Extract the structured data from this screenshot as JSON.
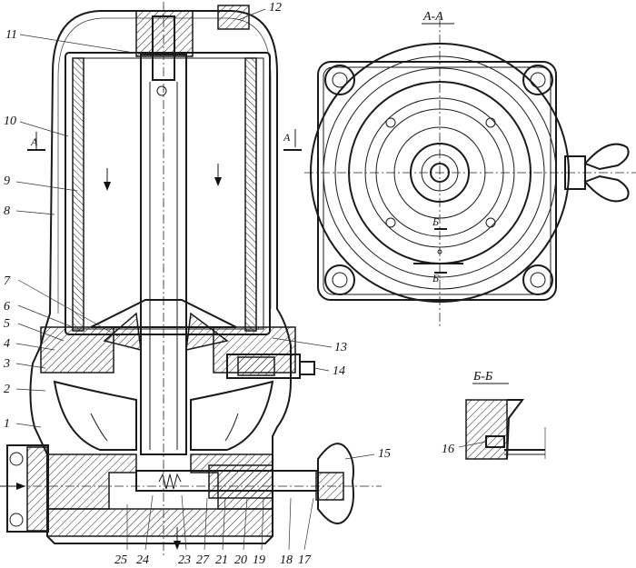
{
  "labels": {
    "n1": "1",
    "n2": "2",
    "n3": "3",
    "n4": "4",
    "n5": "5",
    "n6": "6",
    "n7": "7",
    "n8": "8",
    "n9": "9",
    "n10": "10",
    "n11": "11",
    "n12": "12",
    "n13": "13",
    "n14": "14",
    "n15": "15",
    "n16": "16",
    "n17": "17",
    "n18": "18",
    "n19": "19",
    "n20": "20",
    "n21": "21",
    "n23": "23",
    "n24": "24",
    "n25": "25",
    "n27": "27"
  },
  "sections": {
    "section_aa": "А-А",
    "section_bb": "Б-Б",
    "cut_a_left": "А",
    "cut_a_right": "А",
    "cut_b_top": "Б",
    "cut_b_bottom": "Б"
  }
}
